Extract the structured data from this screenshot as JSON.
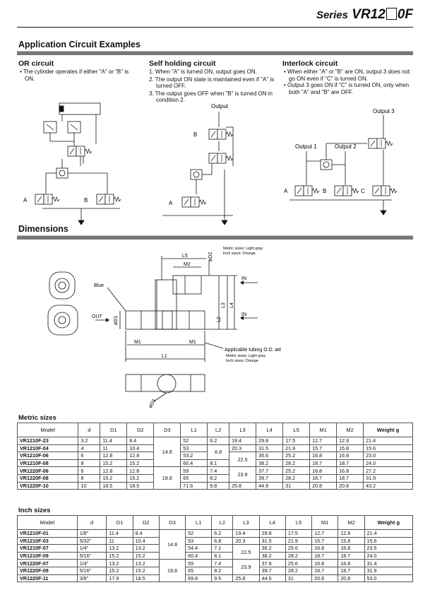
{
  "series": {
    "prefix": "Series",
    "name": "VR12",
    "suffix": "0F"
  },
  "app_title": "Application Circuit Examples",
  "or_circuit": {
    "title": "OR circuit",
    "bullets": [
      "The cylinder operates if either \"A\" or \"B\" is ON."
    ]
  },
  "self_holding": {
    "title": "Self holding circuit",
    "items": [
      "1. When \"A\" is turned ON, output goes ON.",
      "2. The output ON state is maintained even if \"A\" is turned OFF.",
      "3. The output goes OFF when \"B\" is turned ON in condition 2."
    ],
    "output": "Output"
  },
  "interlock": {
    "title": "Interlock circuit",
    "bullets": [
      "When either \"A\" or \"B\" are ON, output 3 does not go ON even if \"C\" is turned ON.",
      "Output 3 goes ON if \"C\" is turned ON, only when both \"A\" and \"B\" are OFF."
    ],
    "output1": "Output 1",
    "output2": "Output 2",
    "output3": "Output 3"
  },
  "labels": {
    "a": "A",
    "b": "B",
    "c": "C"
  },
  "dimensions_title": "Dimensions",
  "drawing": {
    "blue": "Blue",
    "out": "OUT",
    "in": "IN",
    "l1": "L1",
    "l2": "L2",
    "l3": "L3",
    "l4": "L4",
    "l5": "L5",
    "m1": "M1",
    "m2": "M2",
    "d1": "øD1",
    "d2": "øD2",
    "d3": "øD3",
    "note_top": [
      "Metric sizes: Light gray",
      "Inch sizes: Orange"
    ],
    "tubing": "Applicable tubing O.D. ød",
    "note_bottom": [
      "Metric sizes: Light gray",
      "Inch sizes: Orange"
    ]
  },
  "columns": [
    "Model",
    "d",
    "D1",
    "D2",
    "D3",
    "L1",
    "L2",
    "L3",
    "L4",
    "L5",
    "M1",
    "M2",
    "Weight g"
  ],
  "metric": {
    "title": "Metric sizes",
    "rows": [
      {
        "model": "VR1210F-23",
        "d": "3.2",
        "D1": "11.4",
        "D2": "8.4",
        "L1": "52",
        "L2": "6.2",
        "L4": "29.8",
        "L5": "17.5",
        "M1": "12.7",
        "M2": "12.9",
        "W": "21.4"
      },
      {
        "model": "VR1210F-04",
        "d": "4",
        "D1": "11",
        "D2": "10.4",
        "L1": "53",
        "L4": "31.5",
        "L5": "21.9",
        "M1": "15.7",
        "M2": "15.8",
        "W": "15.6"
      },
      {
        "model": "VR1210F-06",
        "d": "6",
        "D1": "12.8",
        "D2": "12.8",
        "L1": "53.2",
        "L4": "35.6",
        "L5": "25.2",
        "M1": "16.8",
        "M2": "16.8",
        "W": "23.0"
      },
      {
        "model": "VR1210F-08",
        "d": "8",
        "D1": "15.2",
        "D2": "15.2",
        "L1": "60.4",
        "L2": "8.1",
        "L4": "38.2",
        "L5": "28.2",
        "M1": "18.7",
        "M2": "18.7",
        "W": "24.0"
      },
      {
        "model": "VR1220F-06",
        "d": "6",
        "D1": "12.8",
        "D2": "12.8",
        "L1": "59",
        "L2": "7.4",
        "L4": "37.7",
        "L5": "25.2",
        "M1": "16.8",
        "M2": "16.8",
        "W": "27.2"
      },
      {
        "model": "VR1220F-08",
        "d": "8",
        "D1": "15.2",
        "D2": "15.2",
        "L1": "65",
        "L2": "8.2",
        "L4": "39.7",
        "L5": "28.2",
        "M1": "18.7",
        "M2": "18.7",
        "W": "31.9"
      },
      {
        "model": "VR1220F-10",
        "d": "10",
        "D1": "18.5",
        "D2": "18.5",
        "L1": "71.6",
        "L2": "9.8",
        "L3": "25.8",
        "L4": "44.9",
        "L5": "31",
        "M1": "20.8",
        "M2": "20.8",
        "W": "43.2"
      }
    ],
    "D3_a": "14.8",
    "D3_b": "19.8",
    "L2_m": "6.8",
    "L3_a": "19.4",
    "L3_b": "20.3",
    "L3_c": "22.5",
    "L3_d": "23.9"
  },
  "inch": {
    "title": "Inch sizes",
    "rows": [
      {
        "model": "VR1210F-01",
        "d": "1/8\"",
        "D1": "11.4",
        "D2": "8.4",
        "L1": "52",
        "L2": "6.2",
        "L3": "19.4",
        "L4": "29.8",
        "L5": "17.5",
        "M1": "12.7",
        "M2": "12.9",
        "W": "21.4"
      },
      {
        "model": "VR1210F-03",
        "d": "5/32\"",
        "D1": "11",
        "D2": "10.4",
        "L1": "53",
        "L2": "6.8",
        "L3": "20.3",
        "L4": "31.5",
        "L5": "21.9",
        "M1": "15.7",
        "M2": "15.8",
        "W": "15.6"
      },
      {
        "model": "VR1210F-07",
        "d": "1/4\"",
        "D1": "13.2",
        "D2": "13.2",
        "L1": "54.4",
        "L2": "7.1",
        "L4": "36.2",
        "L5": "25.6",
        "M1": "16.8",
        "M2": "16.8",
        "W": "23.5"
      },
      {
        "model": "VR1210F-09",
        "d": "5/16\"",
        "D1": "15.2",
        "D2": "15.2",
        "L1": "60.4",
        "L2": "8.1",
        "L4": "38.2",
        "L5": "28.2",
        "M1": "18.7",
        "M2": "18.7",
        "W": "24.0"
      },
      {
        "model": "VR1220F-07",
        "d": "1/4\"",
        "D1": "13.2",
        "D2": "13.2",
        "L1": "59",
        "L2": "7.4",
        "L4": "37.9",
        "L5": "25.6",
        "M1": "16.8",
        "M2": "16.8",
        "W": "31.4"
      },
      {
        "model": "VR1220F-09",
        "d": "5/16\"",
        "D1": "15.2",
        "D2": "15.2",
        "L1": "65",
        "L2": "8.2",
        "L4": "39.7",
        "L5": "28.2",
        "M1": "18.7",
        "M2": "18.7",
        "W": "31.9"
      },
      {
        "model": "VR1220F-11",
        "d": "3/8\"",
        "D1": "17.9",
        "D2": "18.5",
        "L1": "69.8",
        "L2": "9.5",
        "L3": "25.8",
        "L4": "44.5",
        "L5": "31",
        "M1": "20.8",
        "M2": "20.8",
        "W": "53.0"
      }
    ],
    "D3_a": "14.8",
    "D3_b": "19.8",
    "L3_c": "22.5",
    "L3_d": "23.9"
  }
}
